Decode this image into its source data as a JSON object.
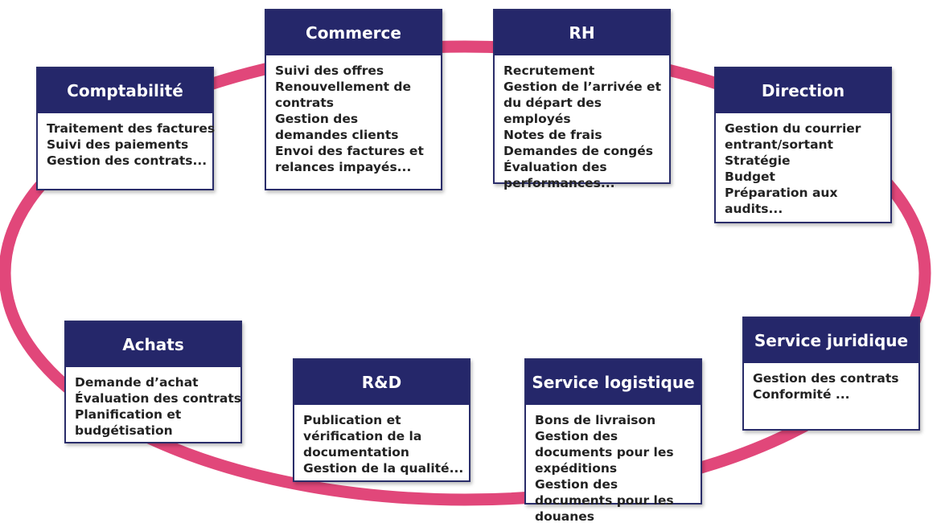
{
  "colors": {
    "header_background": "#25276a",
    "card_border": "#2a2d6a",
    "ring": "#e1477a",
    "text": "#222222"
  },
  "departments": {
    "comptabilite": {
      "title": "Comptabilité",
      "items": [
        "Traitement des factures",
        "Suivi des paiements",
        "Gestion des contrats..."
      ]
    },
    "commerce": {
      "title": "Commerce",
      "items": [
        "Suivi des offres",
        "Renouvellement de contrats",
        "Gestion des demandes clients",
        "Envoi des factures et relances impayés..."
      ]
    },
    "rh": {
      "title": "RH",
      "items": [
        "Recrutement",
        "Gestion de l’arrivée et du départ des employés",
        "Notes de frais",
        "Demandes de congés",
        "Évaluation des performances..."
      ]
    },
    "direction": {
      "title": "Direction",
      "items": [
        "Gestion du courrier entrant/sortant",
        "Stratégie",
        "Budget",
        "Préparation aux audits..."
      ]
    },
    "achats": {
      "title": "Achats",
      "items": [
        "Demande d’achat",
        "Évaluation des contrats",
        "Planification et budgétisation"
      ]
    },
    "rd": {
      "title": "R&D",
      "items": [
        "Publication et vérification de la documentation",
        "Gestion de la qualité..."
      ]
    },
    "logistique": {
      "title": "Service logistique",
      "items": [
        "Bons de livraison",
        "Gestion des documents pour les expéditions",
        "Gestion des documents pour les douanes"
      ]
    },
    "juridique": {
      "title": "Service juridique",
      "items": [
        "Gestion des contrats",
        "Conformité ..."
      ]
    }
  }
}
